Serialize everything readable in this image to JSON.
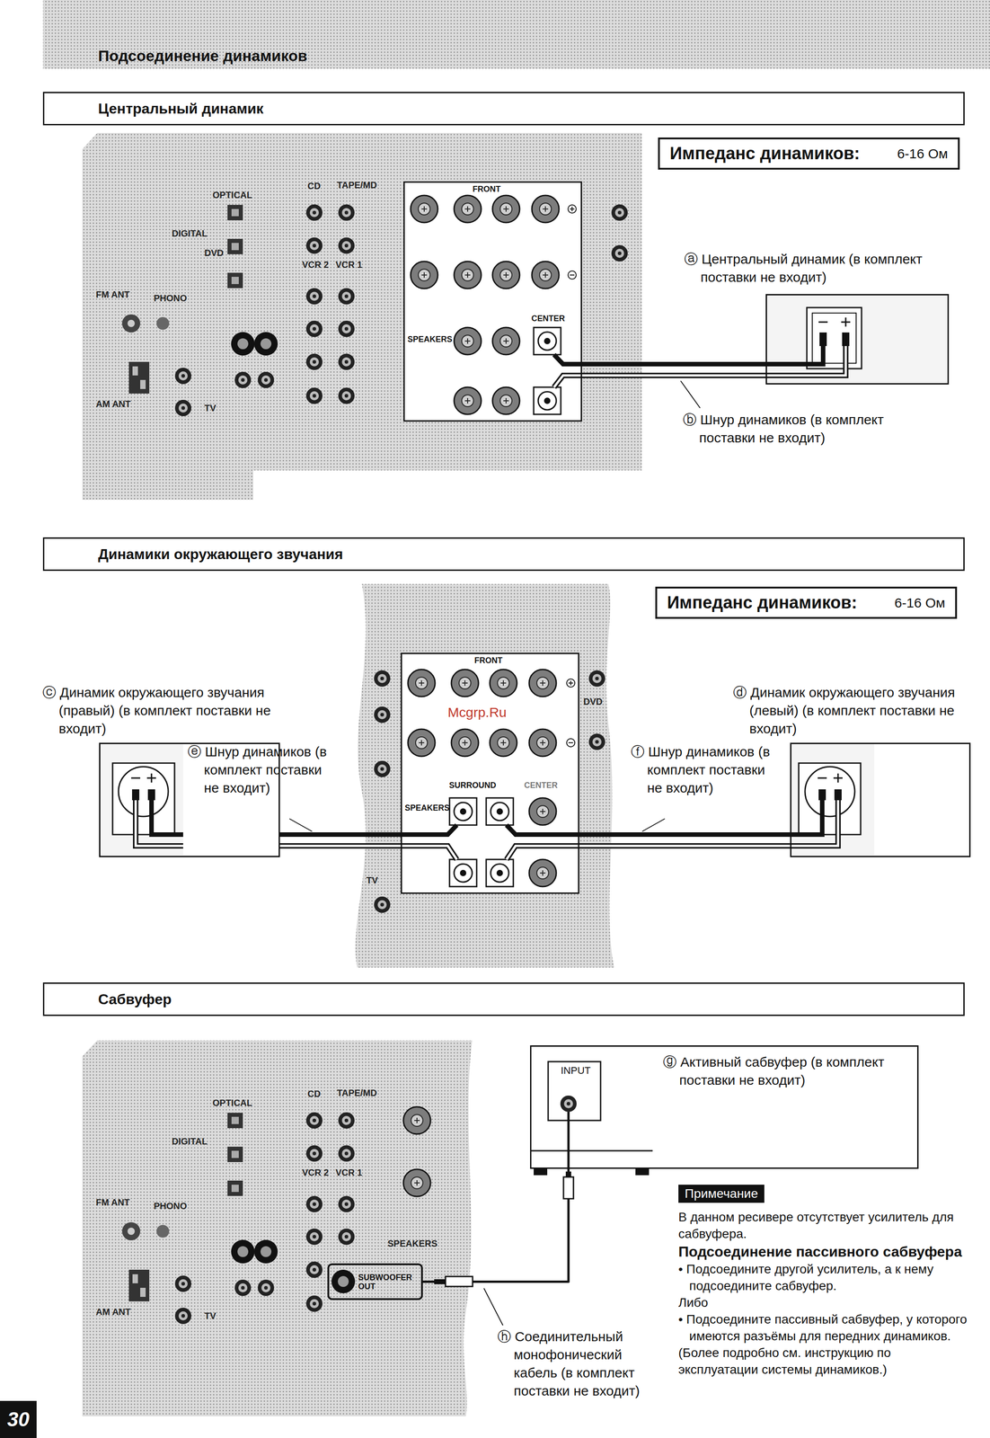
{
  "diagram": {
    "title": "Подсоединение динамиков",
    "nodes": [
      {
        "text": [
          "Центральный динамик"
        ]
      },
      {
        "text": [
          "Импеданс динамиков:",
          "6-16 Ом"
        ]
      },
      {
        "text": [
          "FRONT",
          "SPEAKERS",
          "CENTER"
        ]
      },
      {
        "text": [
          "ⓐ Центральный динамик (в комплект поставки не входит)"
        ]
      },
      {
        "text": [
          "Динамики окружающего звучания"
        ]
      },
      {
        "text": [
          "Импеданс динамиков:",
          "6-16 Ом"
        ]
      },
      {
        "text": [
          "FRONT",
          "SPEAKERS",
          "SURROUND",
          "CENTER"
        ]
      },
      {
        "text": [
          "ⓒ Динамик окружающего звучания (правый) (в комплект поставки не входит)"
        ]
      },
      {
        "text": [
          "ⓓ Динамик окружающего звучания (левый) (в комплект поставки не входит)"
        ]
      },
      {
        "text": [
          "Сабвуфер"
        ]
      },
      {
        "text": [
          "SUBWOOFER OUT"
        ]
      },
      {
        "text": [
          "ⓖ Активный сабвуфер (в комплект поставки не входит)",
          "INPUT"
        ]
      },
      {
        "text": [
          "Примечание"
        ]
      }
    ],
    "edges": [
      {
        "from": 2,
        "to": 3,
        "arrow": "none"
      },
      {
        "from": 6,
        "to": 7,
        "arrow": "none"
      },
      {
        "from": 6,
        "to": 8,
        "arrow": "none"
      },
      {
        "from": 10,
        "to": 11,
        "arrow": "none"
      }
    ],
    "labels": [
      "ⓑ Шнур динамиков (в комплект поставки не входит)",
      "ⓔ Шнур динамиков (в комплект поставки не входит)",
      "ⓕ Шнур динамиков (в комплект поставки не входит)",
      "ⓗ Соединительный монофонический кабель (в комплект поставки не входит)",
      "В данном ресивере отсутствует усилитель для сабвуфера.",
      "Подсоединение пассивного сабвуфера",
      "• Подсоедините другой усилитель, а к нему подсоедините сабвуфер.",
      "Либо",
      "• Подсоедините пассивный сабвуфер, у которого имеются разъёмы для передних динамиков.",
      "(Более подробно см. инструкцию по эксплуатации системы динамиков.)",
      "30",
      "Mcgrp.Ru",
      "CD",
      "TAPE/MD",
      "DIGITAL",
      "OPTICAL",
      "VCR 2",
      "VCR 1",
      "PHONO",
      "FM ANT",
      "AM ANT",
      "TV",
      "DVD",
      "TV",
      "DVD",
      "CD",
      "TAPE/MD",
      "DIGITAL",
      "OPTICAL",
      "VCR 2",
      "VCR 1",
      "PHONO",
      "FM ANT",
      "AM ANT",
      "TV",
      "SPEAKERS"
    ]
  }
}
